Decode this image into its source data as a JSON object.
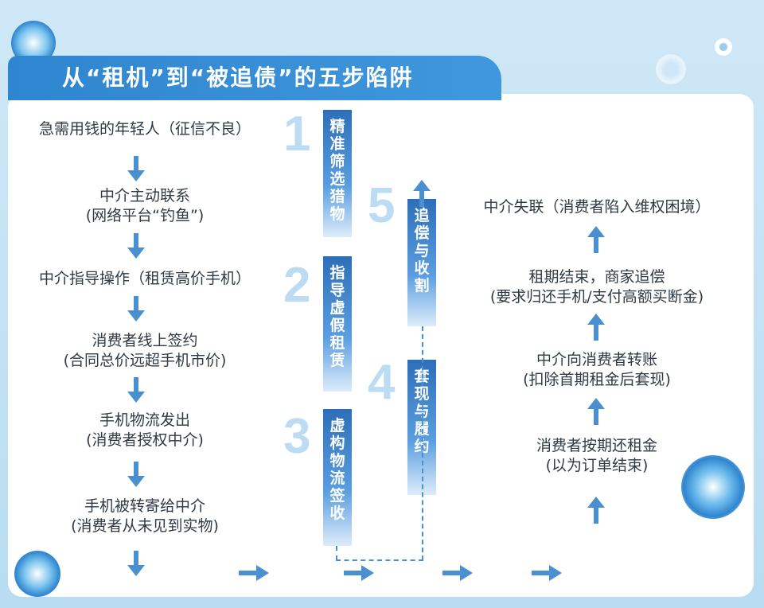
{
  "title": "从“租机”到“被追债”的五步陷阱",
  "left_column": [
    {
      "line1": "急需用钱的年轻人（征信不良）",
      "line2": ""
    },
    {
      "line1": "中介主动联系",
      "line2": "(网络平台“钓鱼”)"
    },
    {
      "line1": "中介指导操作（租赁高价手机）",
      "line2": ""
    },
    {
      "line1": "消费者线上签约",
      "line2": "(合同总价远超手机市价)"
    },
    {
      "line1": "手机物流发出",
      "line2": "(消费者授权中介)"
    },
    {
      "line1": "手机被转寄给中介",
      "line2": "(消费者从未见到实物)"
    }
  ],
  "stages": [
    {
      "number": "1",
      "label": "精准筛选猎物"
    },
    {
      "number": "2",
      "label": "指导虚假租赁"
    },
    {
      "number": "3",
      "label": "虚构物流签收"
    },
    {
      "number": "4",
      "label": "套现与履约"
    },
    {
      "number": "5",
      "label": "追偿与收割"
    }
  ],
  "right_column": [
    {
      "line1": "中介失联（消费者陷入维权困境）",
      "line2": ""
    },
    {
      "line1": "租期结束，商家追偿",
      "line2": "(要求归还手机/支付高额买断金)"
    },
    {
      "line1": "中介向消费者转账",
      "line2": "(扣除首期租金后套现)"
    },
    {
      "line1": "消费者按期还租金",
      "line2": "(以为订单结束)"
    }
  ],
  "colors": {
    "accent": "#3f97dd",
    "arrow": "#4a8fd0",
    "text": "#2f3a44"
  }
}
